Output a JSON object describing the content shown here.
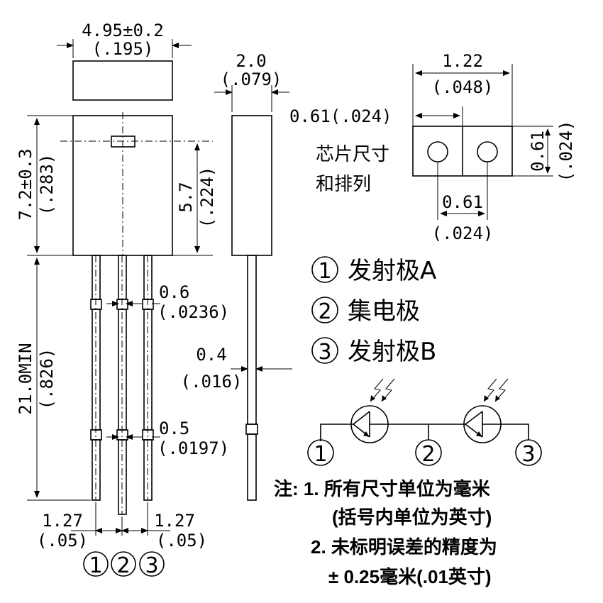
{
  "dims": {
    "top_width": "4.95±0.2",
    "top_width_in": "(.195)",
    "side_width": "2.0",
    "side_width_in": "(.079)",
    "body_height": "7.2±0.3",
    "body_height_in": "(.283)",
    "hole_height": "5.7",
    "hole_height_in": "(.224)",
    "lead_length": "21.0MIN",
    "lead_length_in": "(.826)",
    "lead_width_upper": "0.6",
    "lead_width_upper_in": "(.0236)",
    "lead_width_lower": "0.5",
    "lead_width_lower_in": "(.0197)",
    "lead_thickness": "0.4",
    "lead_thickness_in": "(.016)",
    "pitch_left": "1.27",
    "pitch_left_in": "(.05)",
    "pitch_right": "1.27",
    "pitch_right_in": "(.05)",
    "chip_width": "1.22",
    "chip_width_in": "(.048)",
    "chip_half": "0.61(.024)",
    "chip_height": "0.61",
    "chip_height_in": "(.024)",
    "chip_pitch": "0.61",
    "chip_pitch_in": "(.024)"
  },
  "chip_label_line1": "芯片尺寸",
  "chip_label_line2": "和排列",
  "pins": {
    "p1": "1",
    "p2": "2",
    "p3": "3"
  },
  "legend": [
    {
      "num": "1",
      "label": "发射极A"
    },
    {
      "num": "2",
      "label": "集电极"
    },
    {
      "num": "3",
      "label": "发射极B"
    }
  ],
  "notes": {
    "line1": "注: 1. 所有尺寸单位为毫米",
    "line2": "(括号内单位为英寸)",
    "line3": "2. 未标明误差的精度为",
    "line4": "± 0.25毫米(.01英寸)"
  }
}
